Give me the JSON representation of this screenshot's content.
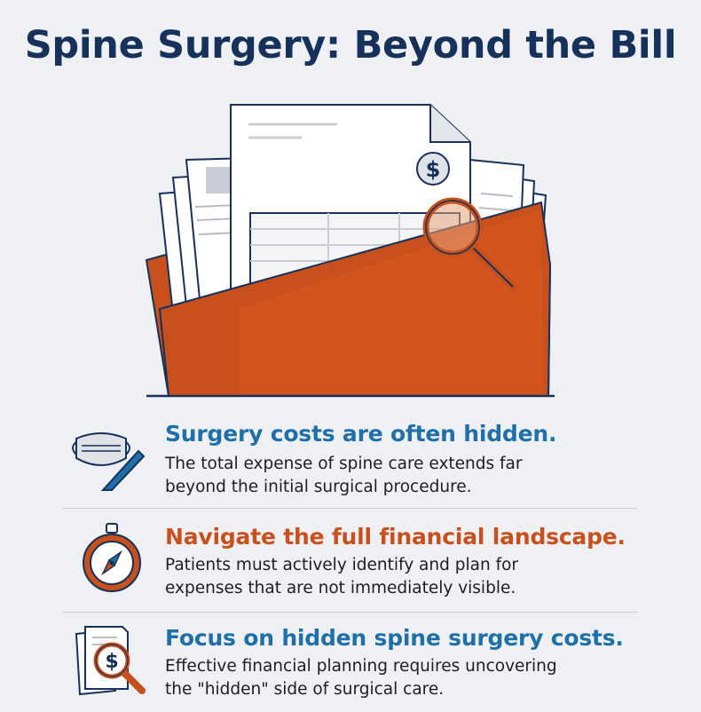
{
  "title": "Spine Surgery: Beyond the Bill",
  "colors": {
    "navy": "#16315a",
    "blue": "#1f6fa8",
    "orange": "#c8501c",
    "background": "#eef0f3"
  },
  "hero": {
    "icons": [
      "document-stack-icon",
      "dollar-icon",
      "magnifier-icon",
      "folder-icon"
    ],
    "dollar_symbol": "$"
  },
  "items": [
    {
      "icon": "mask-scalpel-icon",
      "heading": "Surgery costs are often hidden.",
      "lines": [
        "The total expense of spine care extends far",
        "beyond the initial surgical procedure."
      ],
      "color": "#1f6fa8"
    },
    {
      "icon": "compass-icon",
      "heading": "Navigate the full financial landscape.",
      "lines": [
        "Patients must actively identify and plan for",
        "expenses that are not immediately visible."
      ],
      "color": "#c8501c"
    },
    {
      "icon": "document-magnifier-icon",
      "heading": "Focus on hidden spine surgery costs.",
      "lines": [
        "Effective financial planning requires uncovering",
        "the \"hidden\" side of surgical care."
      ],
      "color": "#1f6fa8"
    }
  ]
}
